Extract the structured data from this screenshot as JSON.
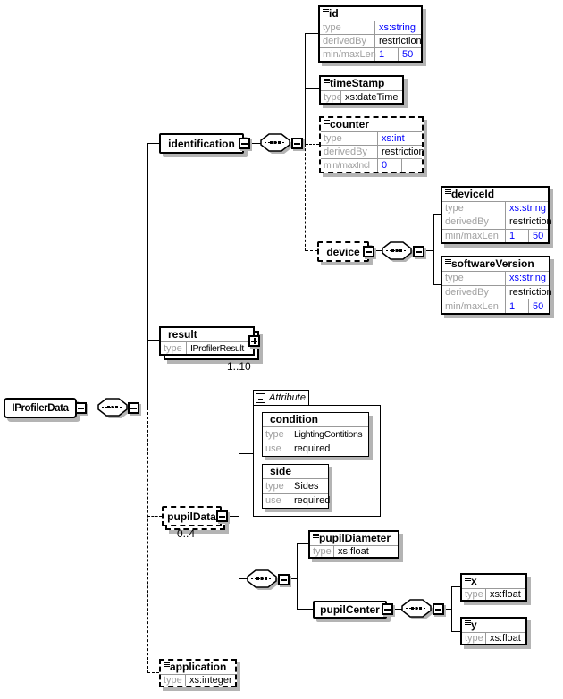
{
  "diagram": {
    "root": {
      "label": "IProfilerData"
    },
    "identification": {
      "label": "identification"
    },
    "id": {
      "title": "id",
      "type_label": "type",
      "type": "xs:string",
      "derived_label": "derivedBy",
      "derived": "restriction",
      "len_label": "min/maxLen",
      "min": "1",
      "max": "50"
    },
    "timeStamp": {
      "title": "timeStamp",
      "type_label": "type",
      "type": "xs:dateTime"
    },
    "counter": {
      "title": "counter",
      "type_label": "type",
      "type": "xs:int",
      "derived_label": "derivedBy",
      "derived": "restriction",
      "len_label": "min/maxIncl",
      "min": "0",
      "max": ""
    },
    "device": {
      "label": "device"
    },
    "deviceId": {
      "title": "deviceId",
      "type_label": "type",
      "type": "xs:string",
      "derived_label": "derivedBy",
      "derived": "restriction",
      "len_label": "min/maxLen",
      "min": "1",
      "max": "50"
    },
    "softwareVersion": {
      "title": "softwareVersion",
      "type_label": "type",
      "type": "xs:string",
      "derived_label": "derivedBy",
      "derived": "restriction",
      "len_label": "min/maxLen",
      "min": "1",
      "max": "50"
    },
    "result": {
      "title": "result",
      "type_label": "type",
      "type": "IProfilerResult",
      "occurs": "1..10"
    },
    "attribute": {
      "tab": "Attribute"
    },
    "condition": {
      "title": "condition",
      "type_label": "type",
      "type": "LightingContitions",
      "use_label": "use",
      "use": "required"
    },
    "side": {
      "title": "side",
      "type_label": "type",
      "type": "Sides",
      "use_label": "use",
      "use": "required"
    },
    "pupilData": {
      "label": "pupilData",
      "occurs": "0..4"
    },
    "pupilDiameter": {
      "title": "pupilDiameter",
      "type_label": "type",
      "type": "xs:float"
    },
    "pupilCenter": {
      "label": "pupilCenter"
    },
    "x": {
      "title": "x",
      "type_label": "type",
      "type": "xs:float"
    },
    "y": {
      "title": "y",
      "type_label": "type",
      "type": "xs:float"
    },
    "application": {
      "title": "application",
      "type_label": "type",
      "type": "xs:integer"
    }
  }
}
